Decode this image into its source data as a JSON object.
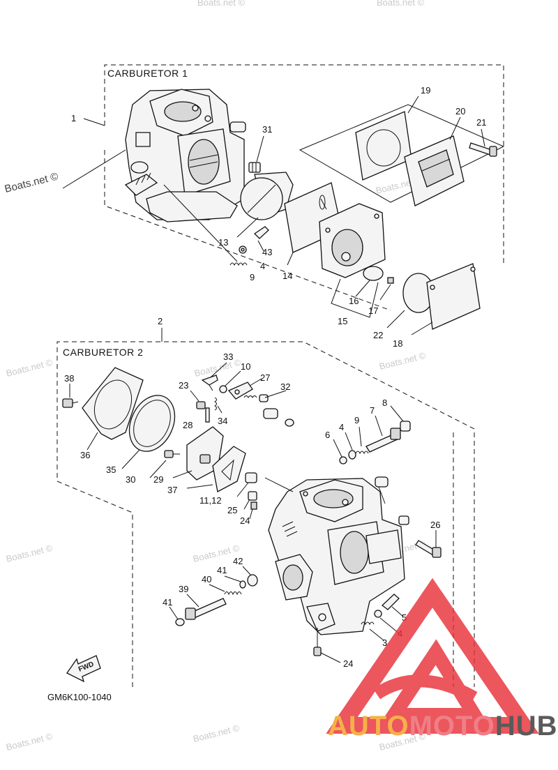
{
  "sections": {
    "carb1_title": "CARBURETOR 1",
    "carb2_title": "CARBURETOR 2"
  },
  "diagram_code": "GM6K100-1040",
  "fwd_label": "FWD",
  "watermark": "Boats.net ©",
  "logo": {
    "word_a": "AUTO",
    "word_b": "MOTO",
    "word_c": "HUB",
    "color_a": "#f5b04a",
    "color_b": "#ef7f86",
    "color_c": "#5a5a5a",
    "triangle_color": "#e8323a"
  },
  "callouts": [
    {
      "id": "c1",
      "text": "1"
    },
    {
      "id": "c19",
      "text": "19"
    },
    {
      "id": "c20",
      "text": "20"
    },
    {
      "id": "c21",
      "text": "21"
    },
    {
      "id": "c31",
      "text": "31"
    },
    {
      "id": "c13",
      "text": "13"
    },
    {
      "id": "c43",
      "text": "43"
    },
    {
      "id": "c4a",
      "text": "4"
    },
    {
      "id": "c9a",
      "text": "9"
    },
    {
      "id": "c14",
      "text": "14"
    },
    {
      "id": "c16",
      "text": "16"
    },
    {
      "id": "c17",
      "text": "17"
    },
    {
      "id": "c15",
      "text": "15"
    },
    {
      "id": "c22",
      "text": "22"
    },
    {
      "id": "c18",
      "text": "18"
    },
    {
      "id": "c2",
      "text": "2"
    },
    {
      "id": "c33",
      "text": "33"
    },
    {
      "id": "c10",
      "text": "10"
    },
    {
      "id": "c27",
      "text": "27"
    },
    {
      "id": "c38",
      "text": "38"
    },
    {
      "id": "c23",
      "text": "23"
    },
    {
      "id": "c32",
      "text": "32"
    },
    {
      "id": "c28",
      "text": "28"
    },
    {
      "id": "c34",
      "text": "34"
    },
    {
      "id": "c7",
      "text": "7"
    },
    {
      "id": "c8",
      "text": "8"
    },
    {
      "id": "c4b",
      "text": "4"
    },
    {
      "id": "c9b",
      "text": "9"
    },
    {
      "id": "c6",
      "text": "6"
    },
    {
      "id": "c36",
      "text": "36"
    },
    {
      "id": "c35",
      "text": "35"
    },
    {
      "id": "c30",
      "text": "30"
    },
    {
      "id": "c29",
      "text": "29"
    },
    {
      "id": "c37",
      "text": "37"
    },
    {
      "id": "c1112",
      "text": "11,12"
    },
    {
      "id": "c25",
      "text": "25"
    },
    {
      "id": "c24a",
      "text": "24"
    },
    {
      "id": "c26",
      "text": "26"
    },
    {
      "id": "c42",
      "text": "42"
    },
    {
      "id": "c41a",
      "text": "41"
    },
    {
      "id": "c40",
      "text": "40"
    },
    {
      "id": "c39",
      "text": "39"
    },
    {
      "id": "c41b",
      "text": "41"
    },
    {
      "id": "c5",
      "text": "5"
    },
    {
      "id": "c4c",
      "text": "4"
    },
    {
      "id": "c3",
      "text": "3"
    },
    {
      "id": "c24b",
      "text": "24"
    }
  ]
}
